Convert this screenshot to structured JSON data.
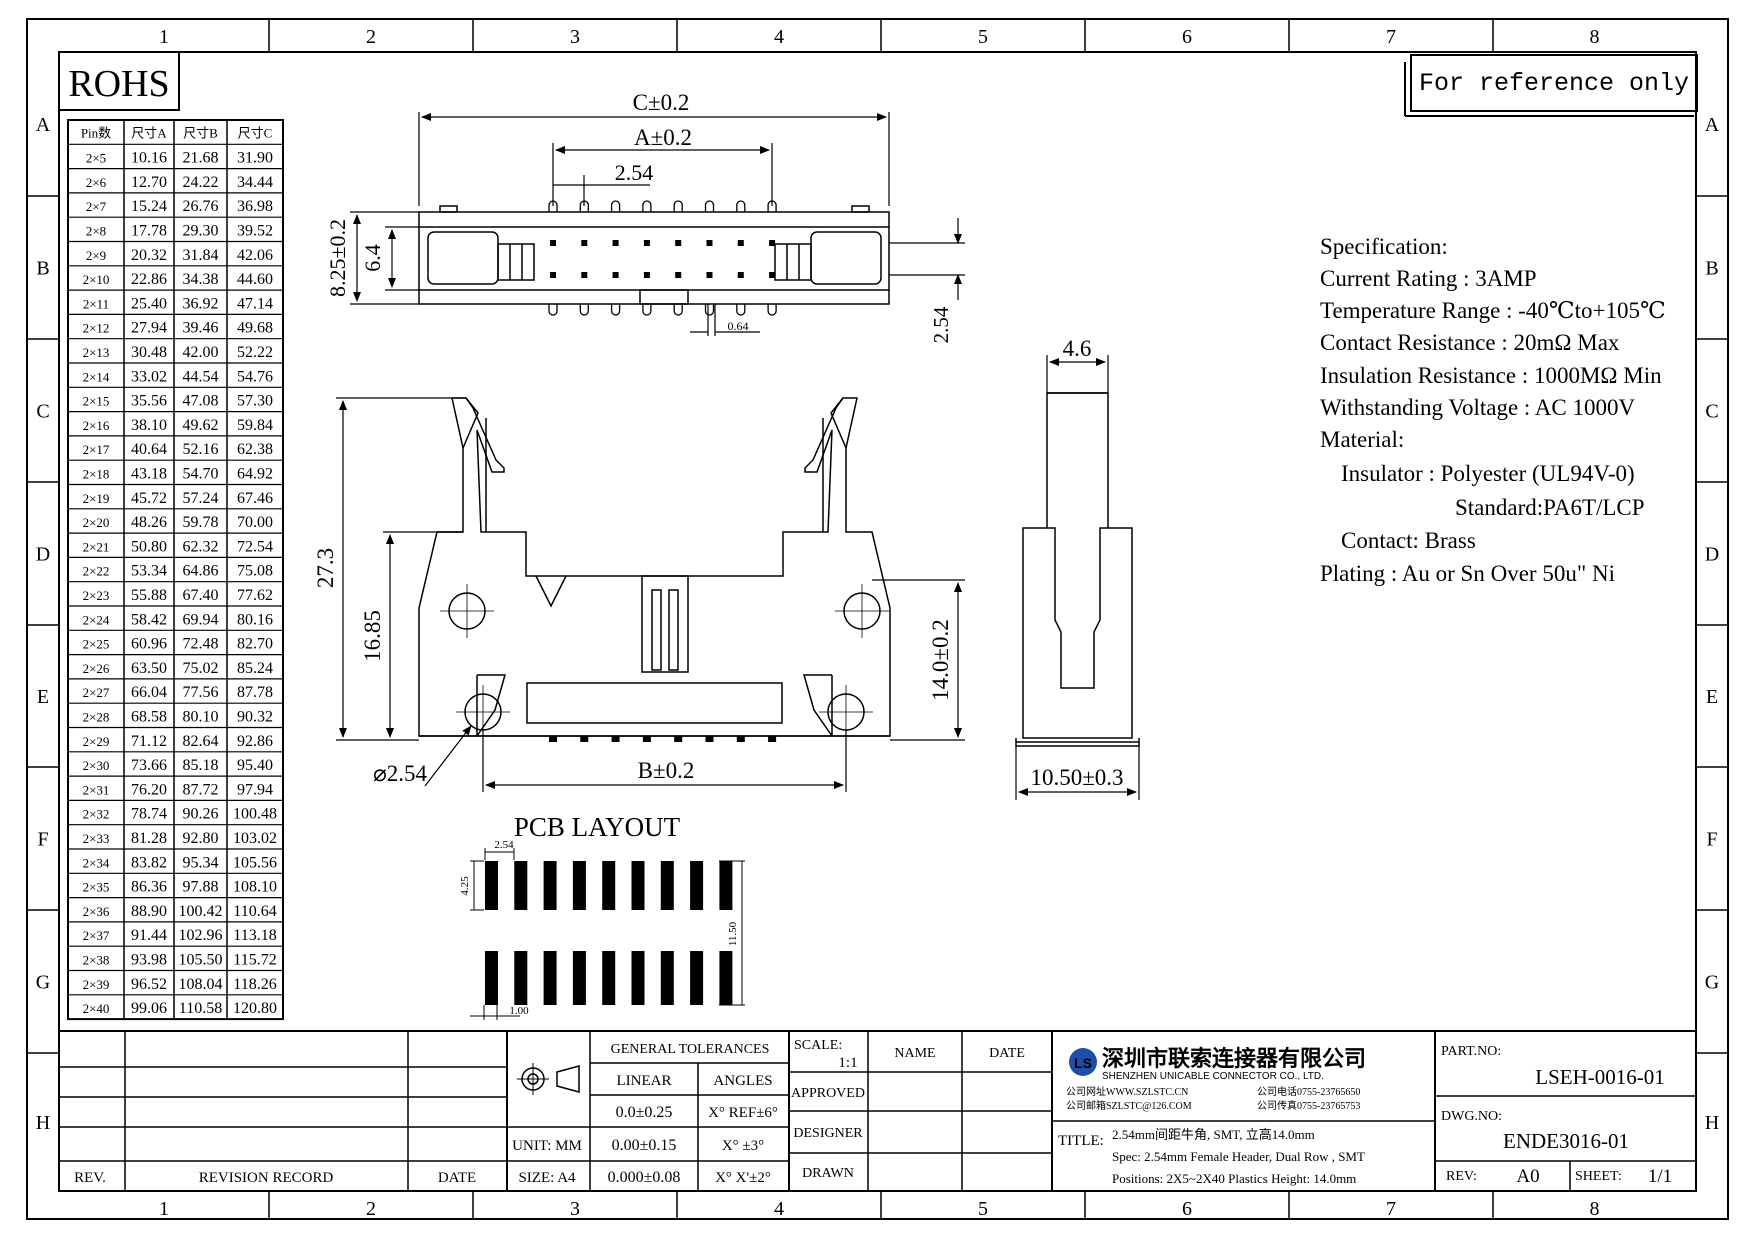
{
  "frame": {
    "columns": [
      "1",
      "2",
      "3",
      "4",
      "5",
      "6",
      "7",
      "8"
    ],
    "rows": [
      "A",
      "B",
      "C",
      "D",
      "E",
      "F",
      "G",
      "H"
    ]
  },
  "header": {
    "rohs": "ROHS",
    "reference_note": "For reference only"
  },
  "dim_table": {
    "headers": [
      "Pin数",
      "尺寸A",
      "尺寸B",
      "尺寸C"
    ],
    "rows": [
      [
        "2×5",
        "10.16",
        "21.68",
        "31.90"
      ],
      [
        "2×6",
        "12.70",
        "24.22",
        "34.44"
      ],
      [
        "2×7",
        "15.24",
        "26.76",
        "36.98"
      ],
      [
        "2×8",
        "17.78",
        "29.30",
        "39.52"
      ],
      [
        "2×9",
        "20.32",
        "31.84",
        "42.06"
      ],
      [
        "2×10",
        "22.86",
        "34.38",
        "44.60"
      ],
      [
        "2×11",
        "25.40",
        "36.92",
        "47.14"
      ],
      [
        "2×12",
        "27.94",
        "39.46",
        "49.68"
      ],
      [
        "2×13",
        "30.48",
        "42.00",
        "52.22"
      ],
      [
        "2×14",
        "33.02",
        "44.54",
        "54.76"
      ],
      [
        "2×15",
        "35.56",
        "47.08",
        "57.30"
      ],
      [
        "2×16",
        "38.10",
        "49.62",
        "59.84"
      ],
      [
        "2×17",
        "40.64",
        "52.16",
        "62.38"
      ],
      [
        "2×18",
        "43.18",
        "54.70",
        "64.92"
      ],
      [
        "2×19",
        "45.72",
        "57.24",
        "67.46"
      ],
      [
        "2×20",
        "48.26",
        "59.78",
        "70.00"
      ],
      [
        "2×21",
        "50.80",
        "62.32",
        "72.54"
      ],
      [
        "2×22",
        "53.34",
        "64.86",
        "75.08"
      ],
      [
        "2×23",
        "55.88",
        "67.40",
        "77.62"
      ],
      [
        "2×24",
        "58.42",
        "69.94",
        "80.16"
      ],
      [
        "2×25",
        "60.96",
        "72.48",
        "82.70"
      ],
      [
        "2×26",
        "63.50",
        "75.02",
        "85.24"
      ],
      [
        "2×27",
        "66.04",
        "77.56",
        "87.78"
      ],
      [
        "2×28",
        "68.58",
        "80.10",
        "90.32"
      ],
      [
        "2×29",
        "71.12",
        "82.64",
        "92.86"
      ],
      [
        "2×30",
        "73.66",
        "85.18",
        "95.40"
      ],
      [
        "2×31",
        "76.20",
        "87.72",
        "97.94"
      ],
      [
        "2×32",
        "78.74",
        "90.26",
        "100.48"
      ],
      [
        "2×33",
        "81.28",
        "92.80",
        "103.02"
      ],
      [
        "2×34",
        "83.82",
        "95.34",
        "105.56"
      ],
      [
        "2×35",
        "86.36",
        "97.88",
        "108.10"
      ],
      [
        "2×36",
        "88.90",
        "100.42",
        "110.64"
      ],
      [
        "2×37",
        "91.44",
        "102.96",
        "113.18"
      ],
      [
        "2×38",
        "93.98",
        "105.50",
        "115.72"
      ],
      [
        "2×39",
        "96.52",
        "108.04",
        "118.26"
      ],
      [
        "2×40",
        "99.06",
        "110.58",
        "120.80"
      ]
    ]
  },
  "top_view": {
    "dim_c": "C±0.2",
    "dim_a": "A±0.2",
    "pitch": "2.54",
    "height_total": "8.25±0.2",
    "height_inner": "6.4",
    "row_pitch": "2.54",
    "pin_width": "0.64"
  },
  "front_view": {
    "height_total": "27.3",
    "height_body": "16.85",
    "height_right": "14.0±0.2",
    "hole_dia": "⌀2.54",
    "dim_b": "B±0.2"
  },
  "side_view": {
    "top_width": "4.6",
    "bottom_width": "10.50±0.3"
  },
  "pcb": {
    "title": "PCB LAYOUT",
    "pitch": "2.54",
    "pad_length": "4.25",
    "row_span": "11.50",
    "pad_width": "1.00"
  },
  "spec": {
    "heading": "Specification:",
    "lines": [
      "Current Rating : 3AMP",
      "Temperature Range : -40℃to+105℃",
      "Contact Resistance : 20mΩ Max",
      "Insulation Resistance : 1000MΩ Min",
      "Withstanding Voltage : AC 1000V",
      "Material:",
      "Insulator : Polyester (UL94V-0)",
      "Standard:PA6T/LCP",
      "Contact: Brass",
      "Plating : Au or Sn Over 50u\" Ni"
    ]
  },
  "title_block": {
    "rev_header": "REV.",
    "revision_record": "REVISION RECORD",
    "date_header": "DATE",
    "unit": "UNIT: MM",
    "size": "SIZE: A4",
    "general_tol": "GENERAL TOLERANCES",
    "linear": "LINEAR",
    "angles": "ANGLES",
    "lin_vals": [
      "0.0±0.25",
      "0.00±0.15",
      "0.000±0.08"
    ],
    "ang_vals": [
      "X° REF±6°",
      "X° ±3°",
      "X° X'±2°"
    ],
    "scale_label": "SCALE:",
    "scale_val": "1:1",
    "name": "NAME",
    "date": "DATE",
    "approved": "APPROVED",
    "designer": "DESIGNER",
    "drawn": "DRAWN",
    "company_cn": "深圳市联索连接器有限公司",
    "company_en": "SHENZHEN UNICABLE CONNECTOR CO., LTD.",
    "web": "公司网址WWW.SZLSTC.CN",
    "mail": "公司邮箱SZLSTC@126.COM",
    "tel": "公司电话0755-23765650",
    "fax": "公司传真0755-23765753",
    "title_label": "TITLE:",
    "title_lines": [
      "2.54mm间距牛角, SMT, 立高14.0mm",
      "Spec: 2.54mm Female Header, Dual Row , SMT",
      "Positions: 2X5~2X40 Plastics Height: 14.0mm"
    ],
    "part_no_label": "PART.NO:",
    "part_no": "LSEH-0016-01",
    "dwg_no_label": "DWG.NO:",
    "dwg_no": "ENDE3016-01",
    "rev_label": "REV:",
    "rev": "A0",
    "sheet_label": "SHEET:",
    "sheet": "1/1"
  }
}
